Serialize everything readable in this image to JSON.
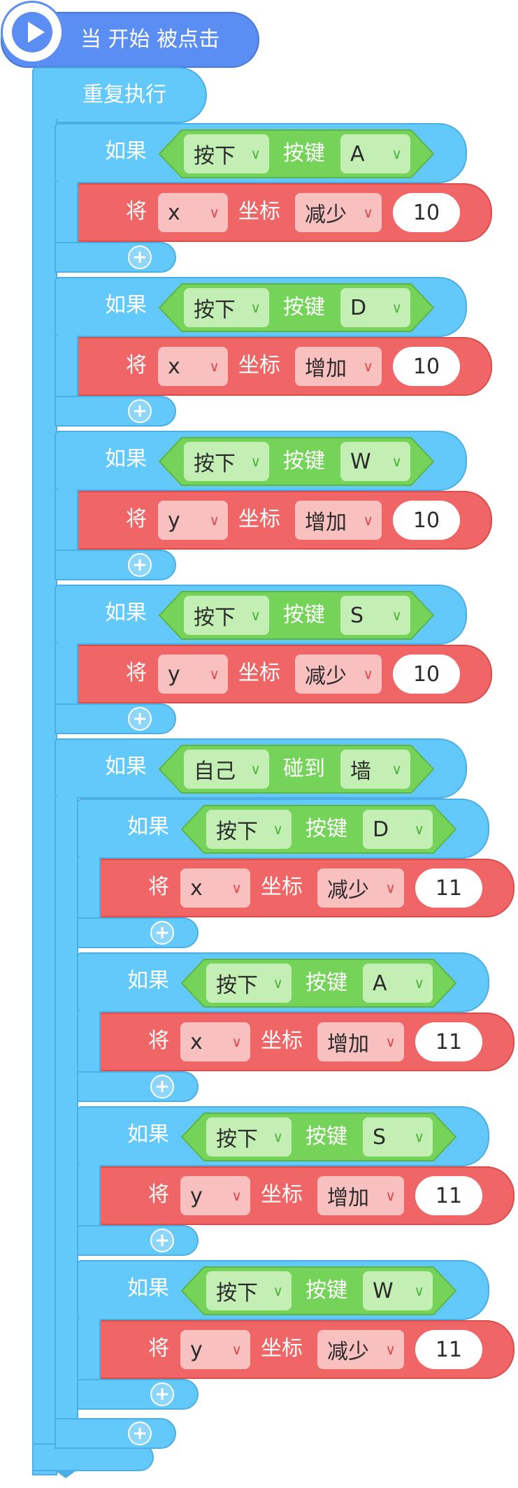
{
  "hat": {
    "label": "当 开始 被点击",
    "icon": "play-icon"
  },
  "loop": {
    "label": "重复执行"
  },
  "labels": {
    "if": "如果",
    "set": "将",
    "coord": "坐标",
    "key": "按键",
    "touch": "碰到",
    "add": "+"
  },
  "colors": {
    "hat": "#5b8ef3",
    "control": "#63c9fb",
    "sensing": "#76d35a",
    "motion": "#f06565"
  },
  "blocks": [
    {
      "cond": {
        "type": "key",
        "action": "按下",
        "key": "A"
      },
      "set": {
        "axis": "x",
        "op": "减少",
        "value": "10"
      }
    },
    {
      "cond": {
        "type": "key",
        "action": "按下",
        "key": "D"
      },
      "set": {
        "axis": "x",
        "op": "增加",
        "value": "10"
      }
    },
    {
      "cond": {
        "type": "key",
        "action": "按下",
        "key": "W"
      },
      "set": {
        "axis": "y",
        "op": "增加",
        "value": "10"
      }
    },
    {
      "cond": {
        "type": "key",
        "action": "按下",
        "key": "S"
      },
      "set": {
        "axis": "y",
        "op": "减少",
        "value": "10"
      }
    },
    {
      "cond": {
        "type": "touch",
        "subject": "自己",
        "target": "墙"
      },
      "children": [
        {
          "cond": {
            "type": "key",
            "action": "按下",
            "key": "D"
          },
          "set": {
            "axis": "x",
            "op": "减少",
            "value": "11"
          }
        },
        {
          "cond": {
            "type": "key",
            "action": "按下",
            "key": "A"
          },
          "set": {
            "axis": "x",
            "op": "增加",
            "value": "11"
          }
        },
        {
          "cond": {
            "type": "key",
            "action": "按下",
            "key": "S"
          },
          "set": {
            "axis": "y",
            "op": "增加",
            "value": "11"
          }
        },
        {
          "cond": {
            "type": "key",
            "action": "按下",
            "key": "W"
          },
          "set": {
            "axis": "y",
            "op": "减少",
            "value": "11"
          }
        }
      ]
    }
  ]
}
